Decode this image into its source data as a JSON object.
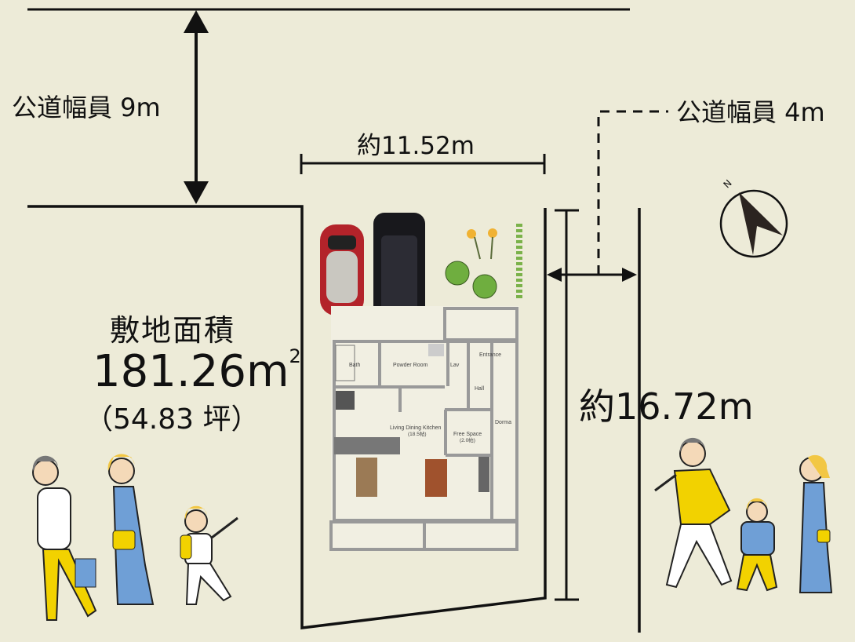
{
  "road_top": {
    "label": "公道幅員 9m"
  },
  "road_right": {
    "label": "公道幅員 4m"
  },
  "dim_width": {
    "label": "約11.52m"
  },
  "dim_depth": {
    "label": "約16.72m"
  },
  "site_area": {
    "title": "敷地面積",
    "value": "181.26m",
    "superscript": "2",
    "tsubo": "（54.83 坪）"
  },
  "compass": {
    "label": "N"
  },
  "floor_plan": {
    "rooms": {
      "bath": "Bath",
      "powder": "Powder Room",
      "lav": "Lav",
      "entrance": "Entrance",
      "hall": "Hall",
      "dorma": "Dorma",
      "ldk": "Living Dining Kitchen",
      "ldk_size": "(18.5帖)",
      "free": "Free Space",
      "free_size": "(2.0帖)"
    }
  },
  "colors": {
    "background": "#edebd8",
    "line": "#111111",
    "accent_yellow": "#f2d200",
    "accent_blue": "#6f9fd6"
  }
}
